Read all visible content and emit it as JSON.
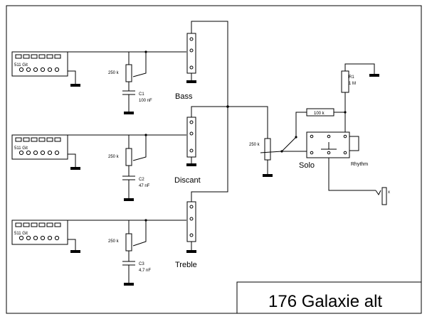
{
  "title": "176 Galaxie alt",
  "pickups": [
    {
      "label": "511 Git",
      "pot": "250 k",
      "cap_name": "C1",
      "cap_value": "100 nF",
      "switch_label": "Bass"
    },
    {
      "label": "511 Git",
      "pot": "250 k",
      "cap_name": "C2",
      "cap_value": "47 nF",
      "switch_label": "Discant"
    },
    {
      "label": "511 Git",
      "pot": "250 k",
      "cap_name": "C3",
      "cap_value": "4,7 nF",
      "switch_label": "Treble"
    }
  ],
  "master_pot": "250 k",
  "resistor_series": "100 k",
  "resistor_r1_name": "R1",
  "resistor_r1_value": "1 M",
  "mode_switch": {
    "left": "Solo",
    "right": "Rhythm"
  },
  "jack_label": "x"
}
